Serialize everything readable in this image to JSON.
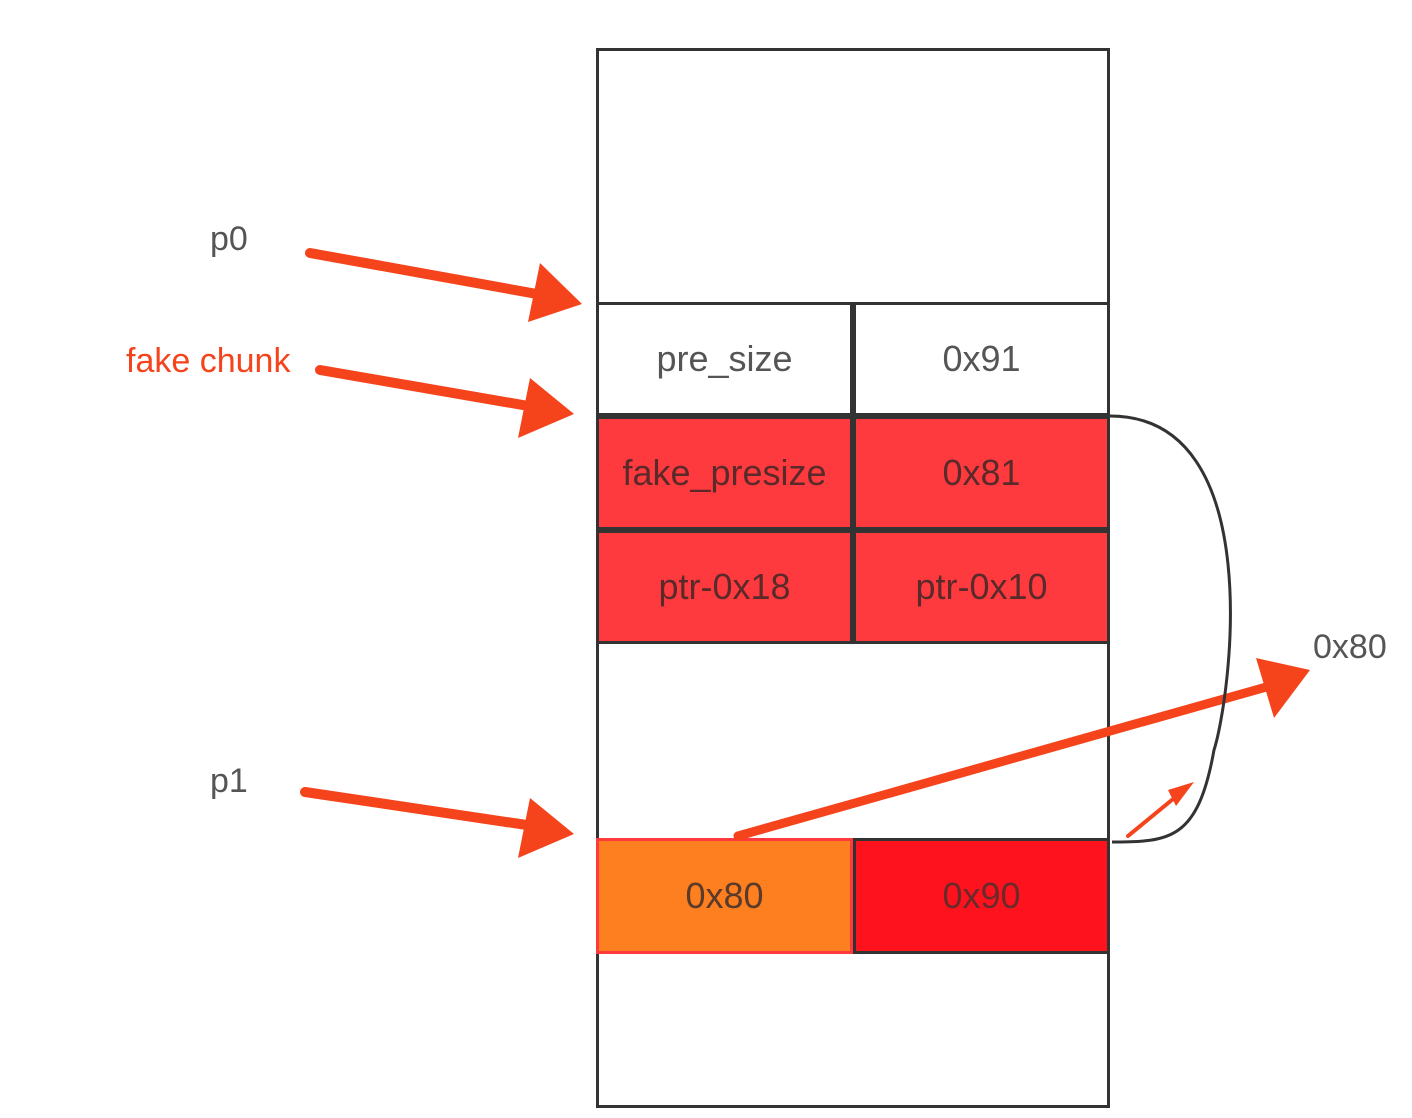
{
  "labels": {
    "p0": "p0",
    "fake_chunk": "fake chunk",
    "p1": "p1",
    "size_label": "0x80"
  },
  "rows": {
    "header": {
      "left": "pre_size",
      "right": "0x91"
    },
    "fake1": {
      "left": "fake_presize",
      "right": "0x81"
    },
    "fake2": {
      "left": "ptr-0x18",
      "right": "ptr-0x10"
    },
    "p1": {
      "left": "0x80",
      "right": "0x90"
    }
  },
  "colors": {
    "arrow": "#f5431c",
    "fake_cells": "#fe3a3e",
    "prev_size_cell": "#fd7f20",
    "size_cell": "#fe121e",
    "border": "#333333"
  }
}
